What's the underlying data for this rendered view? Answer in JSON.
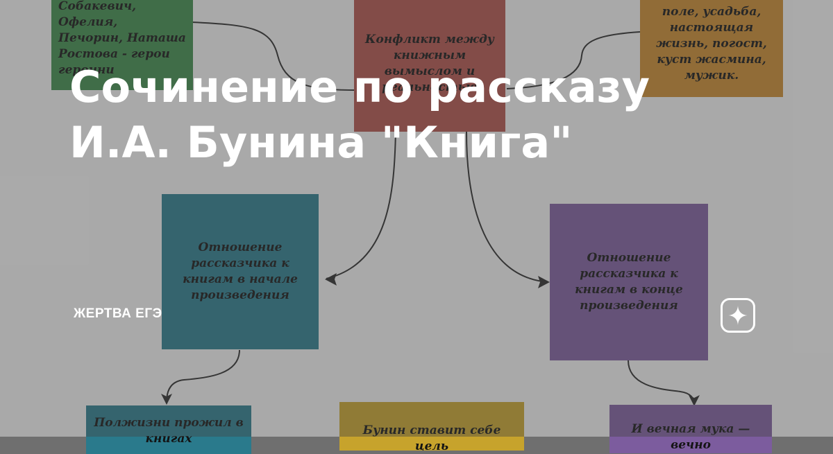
{
  "title": "Сочинение по рассказу И.А. Бунина \"Книга\"",
  "author": "ЖЕРТВА ЕГЭ",
  "logo_icon": "zen-star-icon",
  "colors": {
    "overlay": "rgba(70,70,70,0.42)",
    "title_text": "#ffffff",
    "green_note": "#3d8a4a",
    "red_note": "#b0524a",
    "orange_note": "#c9882e",
    "teal_note": "#2a7a8c",
    "purple_note": "#7c5c9e",
    "yellow_note": "#c7a32c",
    "arrow": "#2a2a2a"
  },
  "diagram": {
    "notes": {
      "characters": "Собакевич, Офелия, Печорин, Наташа Ростова - герои героини",
      "conflict": "Конфликт между книжным вымыслом и реальностью",
      "reality": "поле, усадьба, настоящая жизнь, погост, куст жасмина, мужик.",
      "attitude_start": "Отношение рассказчика к книгам в начале произведения",
      "attitude_end": "Отношение рассказчика к книгам в конце произведения",
      "half_life": "Полжизни прожил в книгах",
      "bunin_goal": "Бунин ставит себе цель",
      "eternal_torment": "И вечная мука — вечно"
    }
  }
}
